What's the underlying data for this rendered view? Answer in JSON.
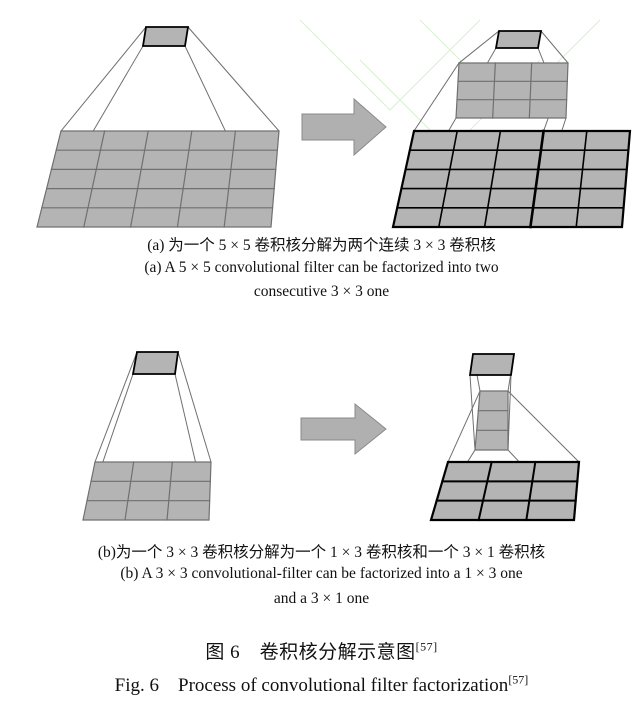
{
  "colors": {
    "fill": "#b4b4b4",
    "grid_line": "#707070",
    "thick_line": "#000000",
    "arrow": "#b0b0b0",
    "watermark": "#d8f0d0"
  },
  "icons": {
    "arrow": "right-arrow-icon"
  },
  "panel_a": {
    "caption_cn": "(a) 为一个 5 × 5 卷积核分解为两个连续 3 × 3 卷积核",
    "caption_en_1": "(a) A 5 × 5 convolutional filter can be factorized into two",
    "caption_en_2": "consecutive 3 × 3 one"
  },
  "panel_b": {
    "caption_cn": "(b)为一个 3 × 3 卷积核分解为一个 1 × 3 卷积核和一个 3 × 1 卷积核",
    "caption_en_1": "(b) A 3 × 3 convolutional-filter can be factorized into a 1 × 3 one",
    "caption_en_2": "and a 3 × 1 one"
  },
  "figure": {
    "caption_cn": "图 6　卷积核分解示意图",
    "caption_cn_ref": "[57]",
    "caption_en": "Fig. 6　Process of convolutional filter factorization",
    "caption_en_ref": "[57]"
  }
}
